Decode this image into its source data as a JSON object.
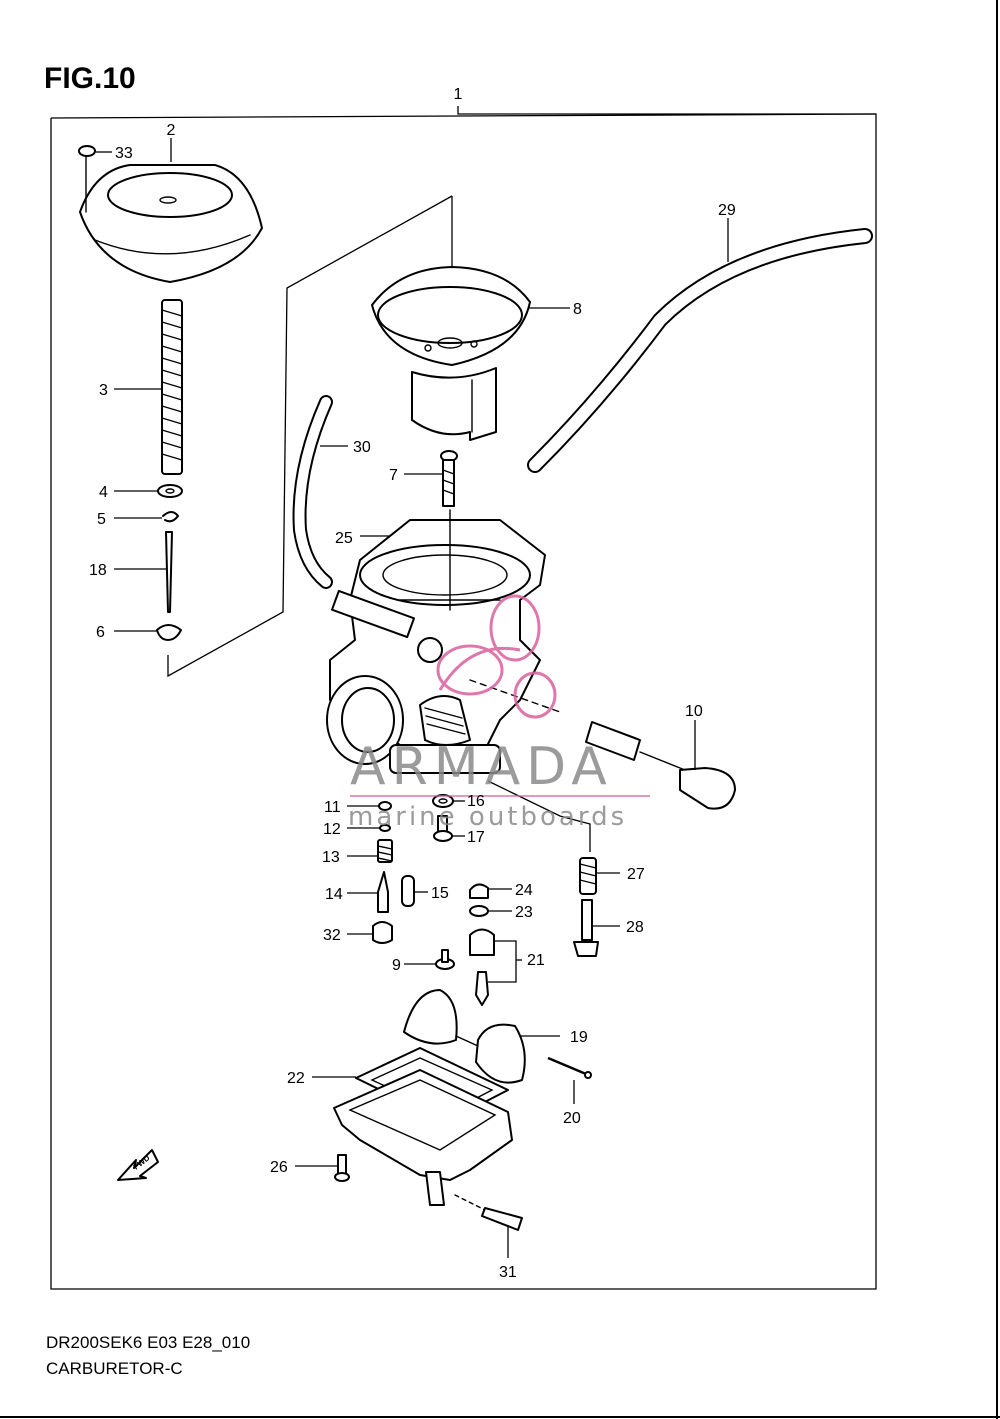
{
  "figure": {
    "title": "FIG.10"
  },
  "callouts": [
    "1",
    "2",
    "3",
    "4",
    "5",
    "6",
    "7",
    "8",
    "9",
    "10",
    "11",
    "12",
    "13",
    "14",
    "15",
    "16",
    "17",
    "18",
    "19",
    "20",
    "21",
    "22",
    "23",
    "24",
    "25",
    "26",
    "27",
    "28",
    "29",
    "30",
    "31",
    "32",
    "33"
  ],
  "fwd_label": "FWD",
  "watermark": {
    "brand": "ARMADA",
    "tagline": "marine outboards",
    "accent": "#d9609c"
  },
  "footer": {
    "model_code": "DR200SEK6 E03 E28_010",
    "part_name": "CARBURETOR-C"
  },
  "colors": {
    "line": "#000000",
    "background": "#ffffff"
  }
}
